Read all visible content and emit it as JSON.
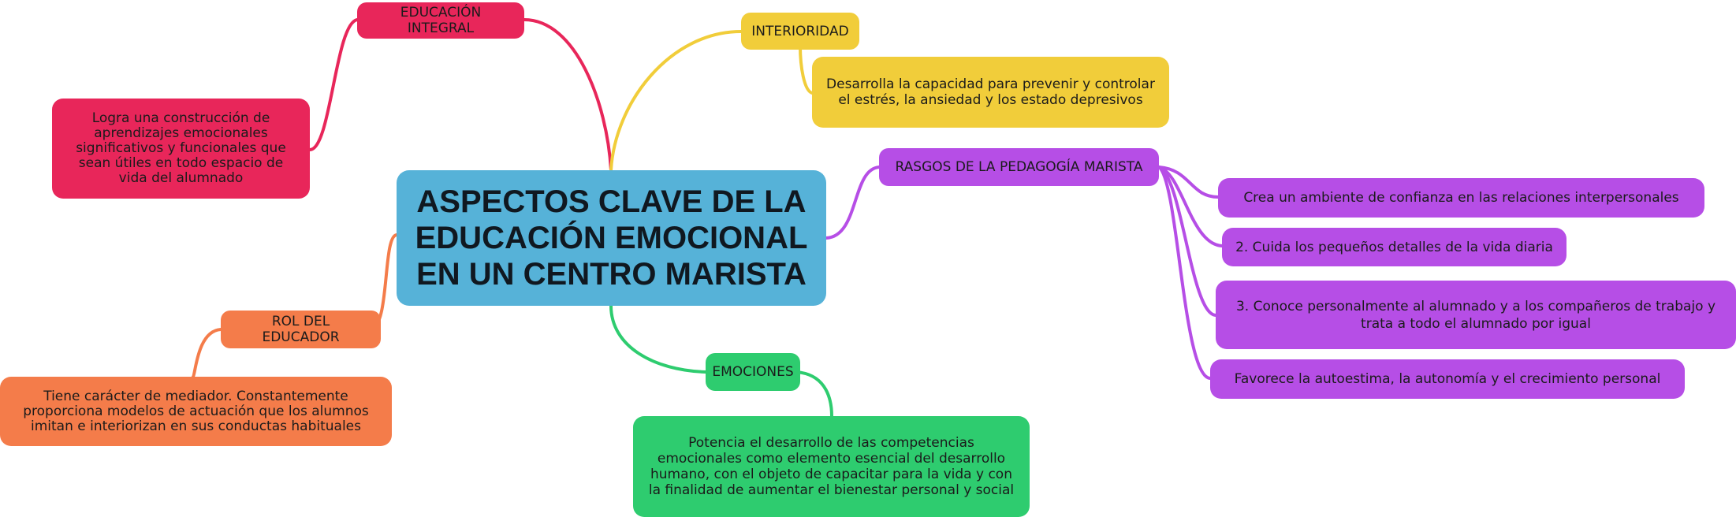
{
  "center": {
    "title": "ASPECTOS CLAVE DE LA EDUCACIÓN EMOCIONAL EN UN CENTRO MARISTA"
  },
  "branches": {
    "educacion_integral": {
      "label": "EDUCACIÓN INTEGRAL",
      "detail": "Logra una construcción de aprendizajes emocionales significativos y funcionales que sean útiles en todo espacio de vida del alumnado"
    },
    "interioridad": {
      "label": "INTERIORIDAD",
      "detail": "Desarrolla la capacidad para prevenir y controlar el estrés, la ansiedad y los estado depresivos"
    },
    "rasgos": {
      "label": "RASGOS DE LA PEDAGOGÍA MARISTA",
      "items": [
        "Crea un ambiente de confianza en las relaciones interpersonales",
        "2. Cuida los pequeños detalles de la vida diaria",
        "3. Conoce personalmente al alumnado y a los compañeros de trabajo y trata a todo el alumnado por igual",
        "Favorece la autoestima, la autonomía y el crecimiento personal"
      ]
    },
    "rol_educador": {
      "label": "ROL DEL EDUCADOR",
      "detail": "Tiene carácter de mediador. Constantemente proporciona modelos de actuación que los alumnos imitan e interiorizan en sus conductas habituales"
    },
    "emociones": {
      "label": "EMOCIONES",
      "detail": "Potencia el desarrollo de las competencias emocionales como elemento esencial del desarrollo humano, con el objeto de capacitar para la vida y con la finalidad de aumentar el bienestar personal y social"
    }
  },
  "colors": {
    "center": "#56b2d8",
    "educacion_integral": "#e8265a",
    "interioridad": "#f1cd3a",
    "rasgos": "#b64ee6",
    "rol_educador": "#f47c4a",
    "emociones": "#2ecc6f"
  }
}
